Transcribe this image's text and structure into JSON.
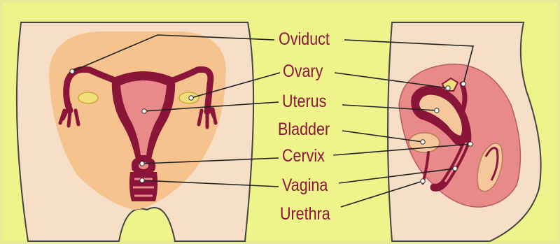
{
  "labels": {
    "oviduct": "Oviduct",
    "ovary": "Ovary",
    "uterus": "Uterus",
    "bladder": "Bladder",
    "cervix": "Cervix",
    "vagina": "Vagina",
    "urethra": "Urethra"
  },
  "colors": {
    "background": "#eef48a",
    "border": "#e8ec9a",
    "skin": "#f6dfc6",
    "outline": "#333333",
    "pelvis_region": "#f6c28e",
    "organ_dark": "#8a1538",
    "organ_pink": "#e88a8a",
    "organ_light": "#f4b6a6",
    "ovary": "#f1e07a",
    "label_text": "#8a1538",
    "leader_line": "#222222"
  }
}
